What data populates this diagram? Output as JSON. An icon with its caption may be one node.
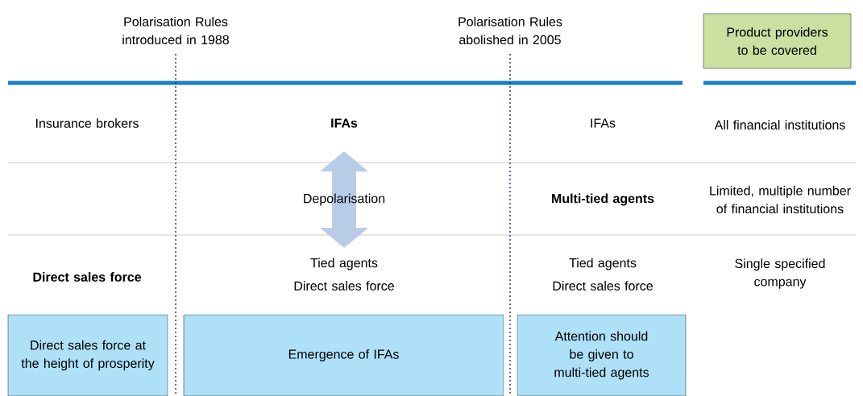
{
  "diagram": {
    "nodes": [
      {
        "text": [
          "Product providers to be covered"
        ]
      },
      {
        "text": [
          "Direct sales force at the height of prosperity"
        ]
      },
      {
        "text": [
          "Emergence of IFAs"
        ]
      },
      {
        "text": [
          "Attention should be given to multi-tied agents"
        ]
      }
    ],
    "labels": [
      "Polarisation Rules introduced in 1988",
      "Polarisation Rules abolished in 2005",
      "Insurance brokers",
      "IFAs",
      "IFAs",
      "All financial institutions",
      "Depolarisation",
      "Multi-tied agents",
      "Limited, multiple number of financial institutions",
      "Direct sales force",
      "Tied agents",
      "Direct sales force",
      "Tied agents",
      "Direct sales force",
      "Single specified company"
    ]
  }
}
